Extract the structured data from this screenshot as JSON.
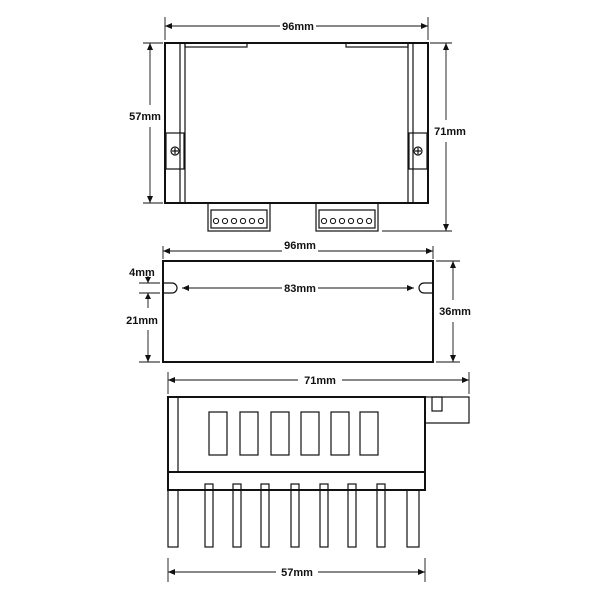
{
  "labels": {
    "top_width": "96mm",
    "top_left_height": "57mm",
    "top_right_height": "71mm",
    "mid_width": "96mm",
    "mid_inner_width": "83mm",
    "mid_small": "4mm",
    "mid_left_height": "21mm",
    "mid_right_height": "36mm",
    "bot_width_top": "71mm",
    "bot_width_bottom": "57mm"
  }
}
